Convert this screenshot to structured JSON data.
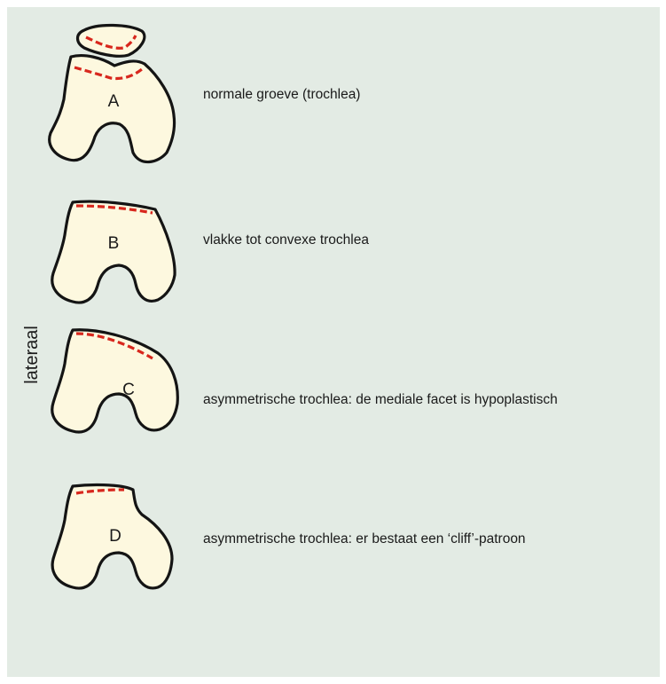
{
  "side_label": "lateraal",
  "colors": {
    "background": "#e3ebe4",
    "bone_fill": "#fdf8df",
    "outline": "#141414",
    "groove_dashed": "#d8271d"
  },
  "variants": [
    {
      "letter": "A",
      "description": "normale groeve (trochlea)"
    },
    {
      "letter": "B",
      "description": "vlakke tot convexe trochlea"
    },
    {
      "letter": "C",
      "description": "asymmetrische trochlea: de mediale facet is hypoplastisch"
    },
    {
      "letter": "D",
      "description": "asymmetrische trochlea: er bestaat een ‘cliff’-patroon"
    }
  ]
}
